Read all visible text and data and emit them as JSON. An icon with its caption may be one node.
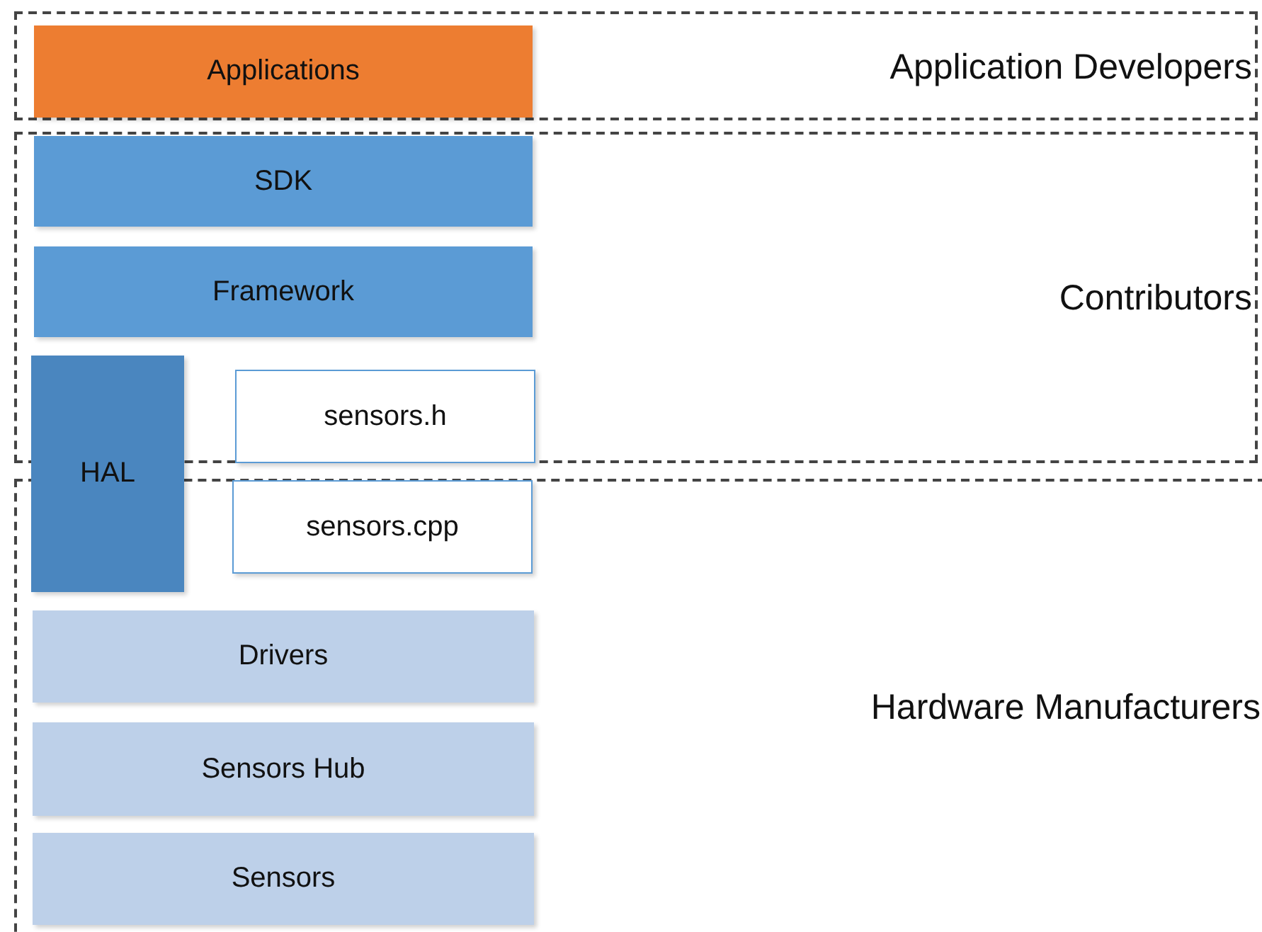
{
  "diagram": {
    "nodes": [
      {
        "text": [
          "Application Developers"
        ]
      },
      {
        "text": [
          "Applications"
        ],
        "in": 0
      },
      {
        "text": [
          "Contributors"
        ]
      },
      {
        "text": [
          "SDK"
        ],
        "in": 2
      },
      {
        "text": [
          "Framework"
        ],
        "in": 2
      },
      {
        "text": [
          "Hardware Manufacturers"
        ]
      },
      {
        "text": [
          "HAL"
        ]
      },
      {
        "text": [
          "sensors.h"
        ],
        "in": 2
      },
      {
        "text": [
          "sensors.cpp"
        ],
        "in": 5
      },
      {
        "text": [
          "Drivers"
        ],
        "in": 5
      },
      {
        "text": [
          "Sensors Hub"
        ],
        "in": 5
      },
      {
        "text": [
          "Sensors"
        ],
        "in": 5
      }
    ]
  }
}
